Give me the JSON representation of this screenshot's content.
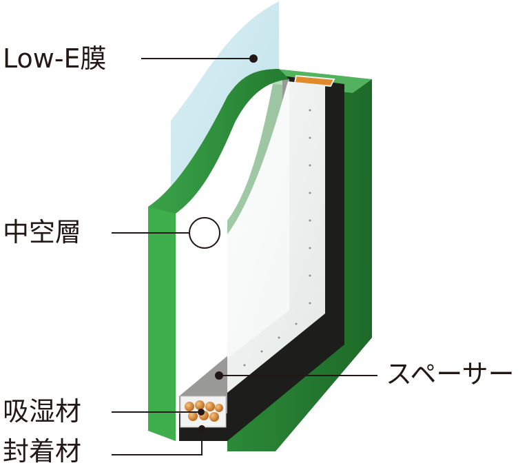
{
  "labels": {
    "low_e_film": "Low-E膜",
    "hollow_layer": "中空層",
    "spacer": "スペーサー",
    "desiccant": "吸湿材",
    "sealant": "封着材"
  },
  "colors": {
    "glass_green": "#2f8f3c",
    "glass_edge_dark": "#1a5e23",
    "glass_edge_light": "#5fc36a",
    "low_e_film": "#c9e6ee",
    "spacer_black": "#1d1d1b",
    "desiccant_orange": "#e08a2a",
    "leader_line": "#231815"
  }
}
